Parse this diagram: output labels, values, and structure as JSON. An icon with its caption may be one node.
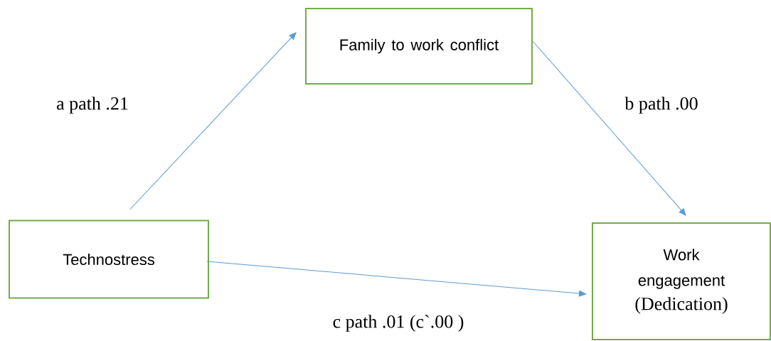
{
  "diagram": {
    "nodes": [
      {
        "text": [
          "Family to work conflict"
        ]
      },
      {
        "text": [
          "Technostress"
        ]
      },
      {
        "text": [
          "Work engagement",
          "(Dedication)"
        ]
      }
    ],
    "edges": [
      {
        "from": 1,
        "to": 0,
        "arrow": "to",
        "label": "a path .21"
      },
      {
        "from": 0,
        "to": 2,
        "arrow": "to",
        "label": "b path .00"
      },
      {
        "from": 1,
        "to": 2,
        "arrow": "to",
        "label": "c path .01 (c`.00 )"
      }
    ]
  }
}
